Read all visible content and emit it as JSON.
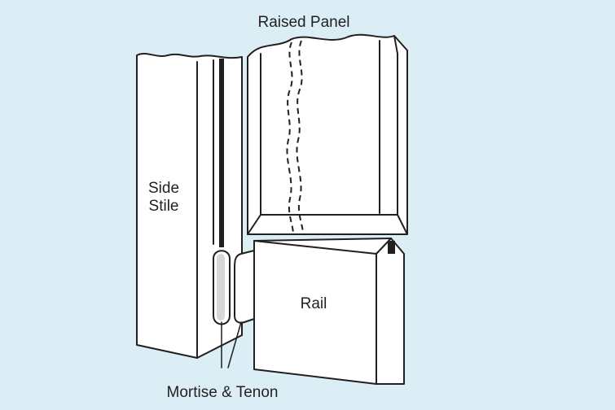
{
  "labels": {
    "raised_panel": "Raised Panel",
    "side_stile_line1": "Side",
    "side_stile_line2": "Stile",
    "rail": "Rail",
    "mortise_tenon": "Mortise & Tenon"
  },
  "colors": {
    "background": "#dbeef5",
    "line": "#231f20",
    "fill": "#ffffff"
  }
}
